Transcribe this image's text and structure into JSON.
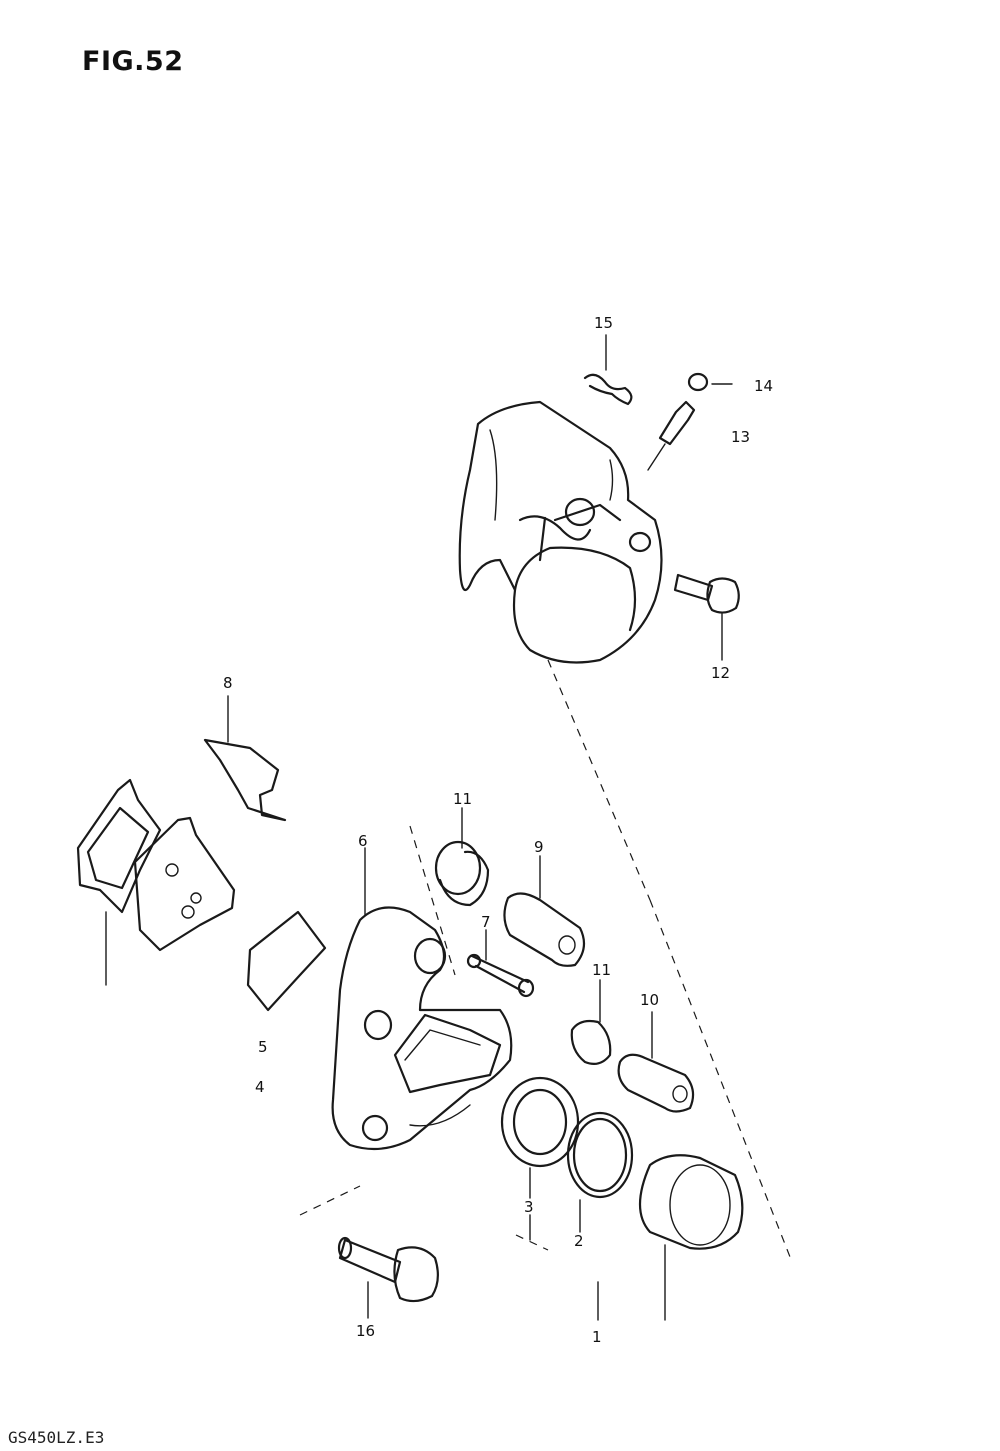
{
  "figure": {
    "title": "FIG.52",
    "code": "GS450LZ.E3"
  },
  "callouts": [
    "1",
    "2",
    "3",
    "4",
    "5",
    "6",
    "7",
    "8",
    "9",
    "10",
    "11",
    "11",
    "12",
    "13",
    "14",
    "15",
    "16"
  ]
}
